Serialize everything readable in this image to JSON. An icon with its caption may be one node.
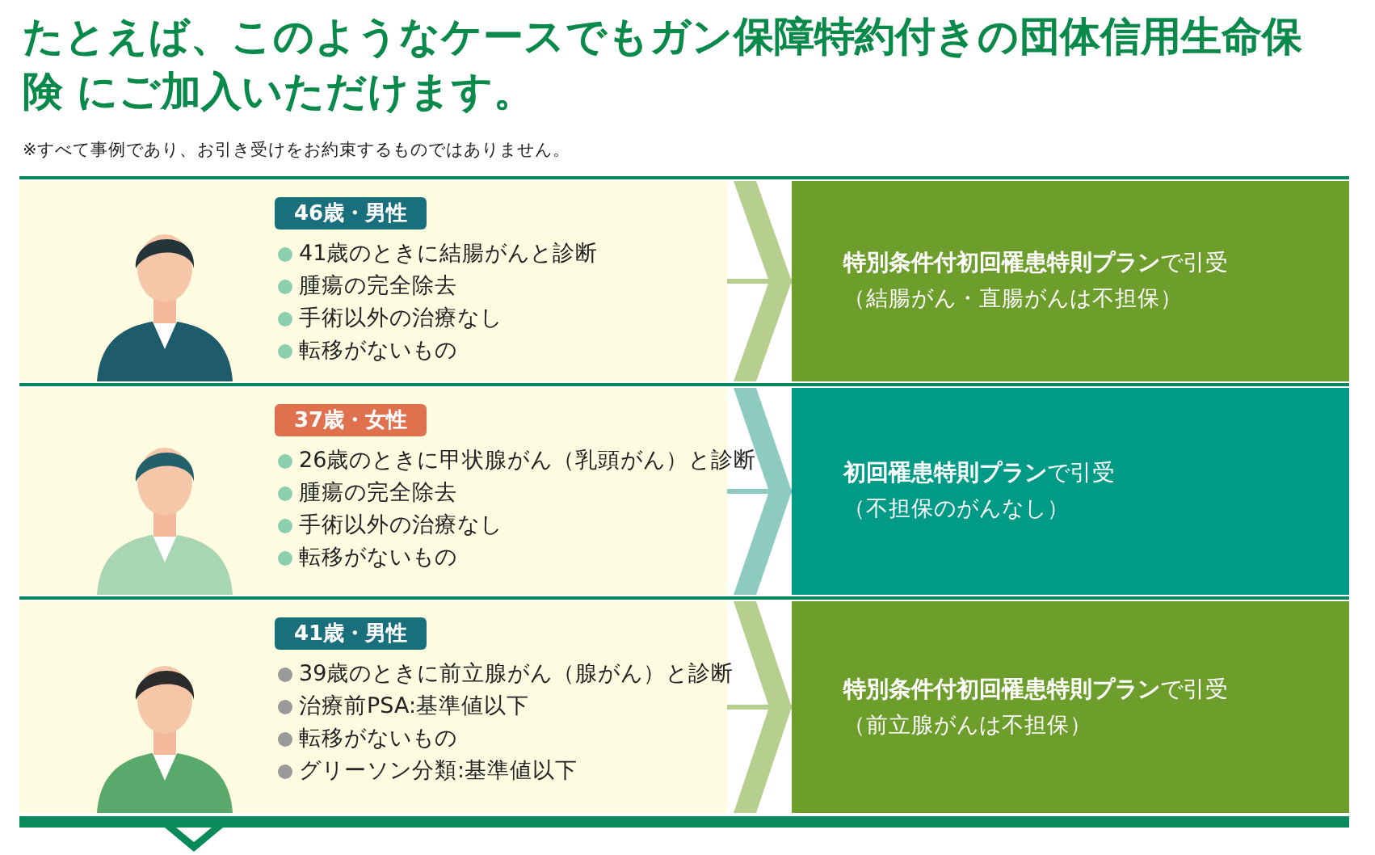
{
  "diagram": {
    "title": "たとえば、このようなケースでもガン保障特約付きの団体信用生命保険 にご加入いただけます。",
    "nodes": [
      {
        "text": [
          "46歳・男性",
          "41歳のときに結腸がんと診断",
          "腫瘍の完全除去",
          "手術以外の治療なし",
          "転移がないもの"
        ]
      },
      {
        "text": [
          "**特別条件付初回罹患特則プラン**で引受",
          "（結腸がん・直腸がんは不担保）"
        ]
      },
      {
        "text": [
          "37歳・女性",
          "26歳のときに甲状腺がん（乳頭がん）と診断",
          "腫瘍の完全除去",
          "手術以外の治療なし",
          "転移がないもの"
        ]
      },
      {
        "text": [
          "**初回罹患特則プラン**で引受",
          "（不担保のがんなし）"
        ]
      },
      {
        "text": [
          "41歳・男性",
          "39歳のときに前立腺がん（腺がん）と診断",
          "治療前PSA:基準値以下",
          "転移がないもの",
          "グリーソン分類:基準値以下"
        ]
      },
      {
        "text": [
          "**特別条件付初回罹患特則プラン**で引受",
          "（前立腺がんは不担保）"
        ]
      }
    ],
    "edges": [
      {
        "from": 0,
        "to": 1,
        "arrow": "to"
      },
      {
        "from": 2,
        "to": 3,
        "arrow": "to"
      },
      {
        "from": 4,
        "to": 5,
        "arrow": "to"
      }
    ],
    "labels": [
      "※すべて事例であり、お引き受けをお約束するものではありません。"
    ]
  }
}
